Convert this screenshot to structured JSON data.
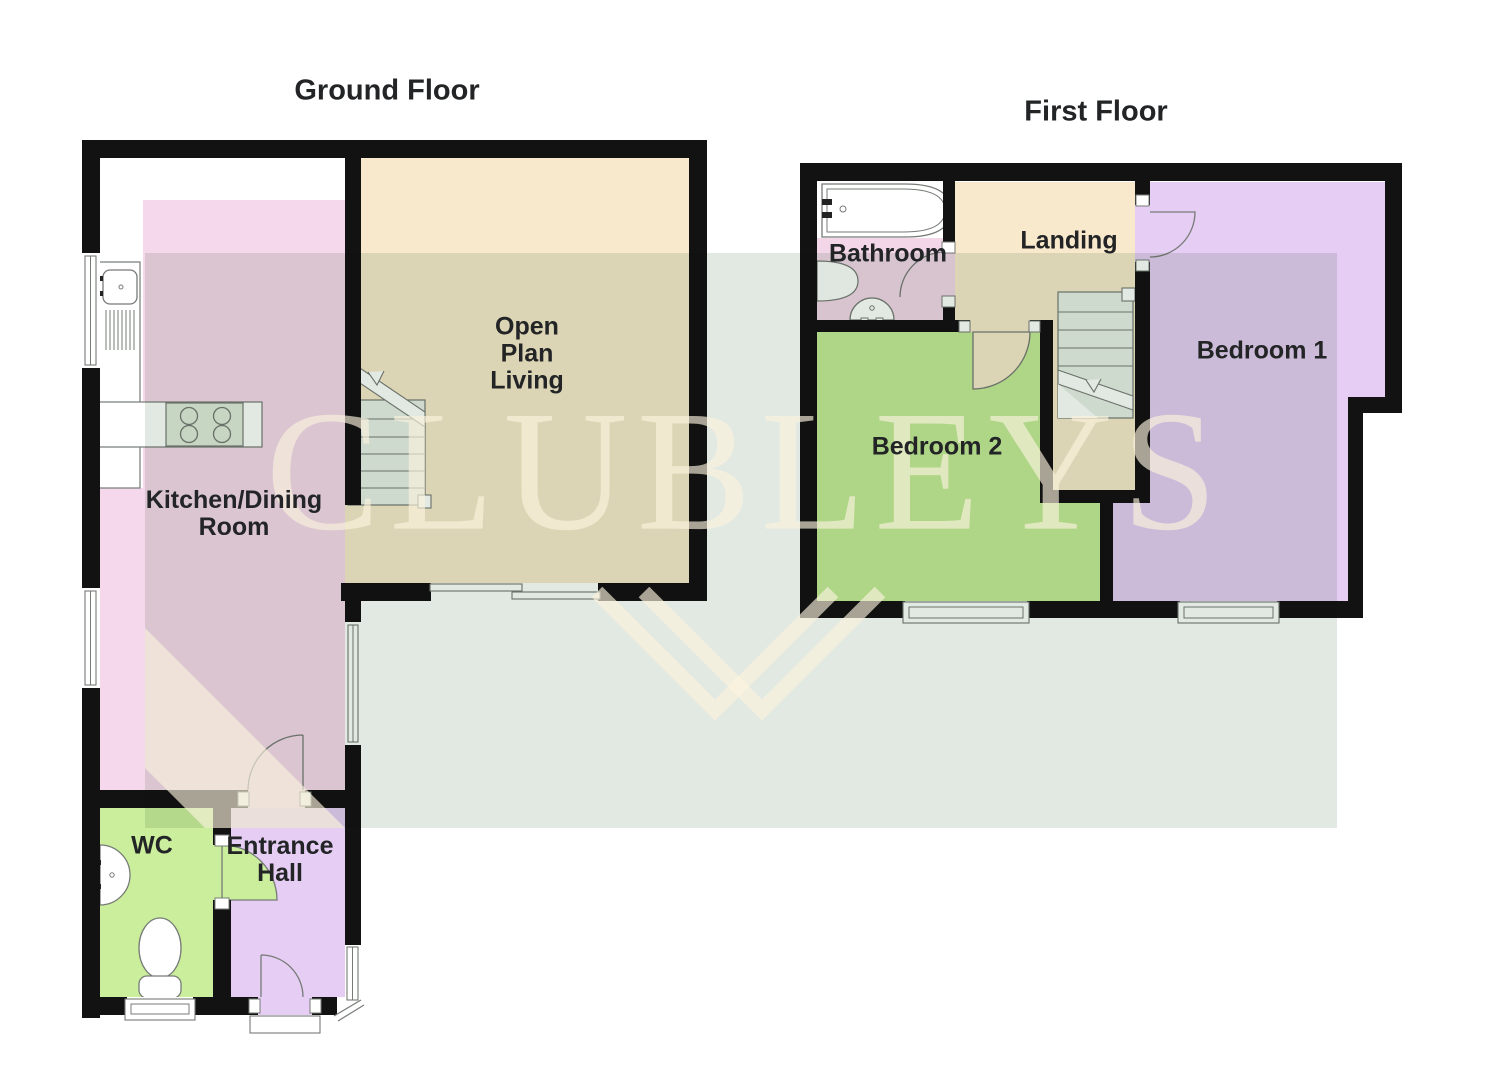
{
  "document": {
    "type": "estate-agent floorplan",
    "background": "#ffffff"
  },
  "floors": [
    {
      "title": "Ground Floor",
      "rooms": [
        {
          "name": "open-plan-living",
          "label_lines": [
            "Open",
            "Plan",
            "Living"
          ],
          "color_key": "living"
        },
        {
          "name": "kitchen-dining-room",
          "label_lines": [
            "Kitchen/Dining",
            "Room"
          ],
          "color_key": "kitchen"
        },
        {
          "name": "wc",
          "label_lines": [
            "WC"
          ],
          "color_key": "wc"
        },
        {
          "name": "entrance-hall",
          "label_lines": [
            "Entrance",
            "Hall"
          ],
          "color_key": "hall"
        }
      ]
    },
    {
      "title": "First Floor",
      "rooms": [
        {
          "name": "bathroom",
          "label_lines": [
            "Bathroom"
          ],
          "color_key": "bathroom"
        },
        {
          "name": "landing",
          "label_lines": [
            "Landing"
          ],
          "color_key": "landing"
        },
        {
          "name": "bedroom-1",
          "label_lines": [
            "Bedroom 1"
          ],
          "color_key": "bedroom1"
        },
        {
          "name": "bedroom-2",
          "label_lines": [
            "Bedroom 2"
          ],
          "color_key": "bedroom2"
        }
      ]
    }
  ],
  "watermark": {
    "text": "CLUBLEYS"
  },
  "fixtures": [
    "kitchen-sink",
    "kitchen-hob",
    "staircase",
    "toilet",
    "wash-basin",
    "bath-tub",
    "window",
    "door-swing",
    "patio-sliding-door",
    "entrance-step"
  ],
  "colors": {
    "living": "#f9e9cc",
    "kitchen": "#f6d8ec",
    "wc": "#cbee9d",
    "hall": "#e5cdf4",
    "bathroom": "#f3d7e9",
    "landing": "#f9e9cc",
    "bedroom1": "#e5cdf4",
    "bedroom2": "#c6e997",
    "wall": "#121212",
    "line": "#767b76",
    "counter": "#e0ebdb",
    "stairs": "#e9efe8",
    "band": "#e2e9e2",
    "logo": "rgba(250,243,221,0.65)",
    "label": "#222426"
  }
}
